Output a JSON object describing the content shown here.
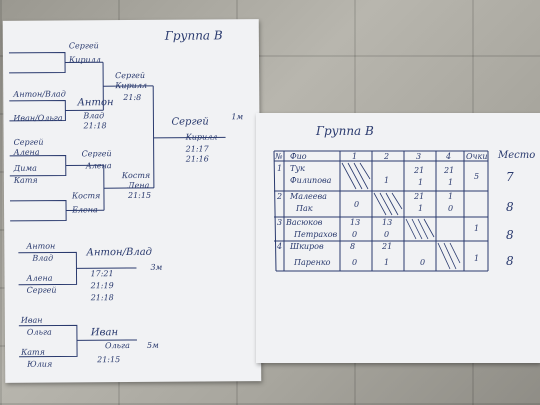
{
  "left_sheet": {
    "title": "Группа В",
    "bracket": {
      "r1_sergey": "Сергей",
      "r1_kirill": "Кирилл",
      "r1_anton_vlad": "Антон/Влад",
      "r1_ivan_olya": "Иван/Ольга",
      "r1_sergey2": "Сергей",
      "r1_alena": "Алена",
      "r1_dima": "Дима",
      "r1_katya": "Катя",
      "r1_kostya": "Костя",
      "r1_elena": "Елена",
      "r2_sergey_kirill_a": "Сергей",
      "r2_sergey_kirill_b": "Кирилл",
      "r2_score1": "21:8",
      "r2_anton": "Антон",
      "r2_vlad": "Влад",
      "r2_score2": "21:18",
      "r2_sergey_alena_a": "Сергей",
      "r2_sergey_alena_b": "Алена",
      "r2_kostya": "Костя",
      "r2_lena": "Лена",
      "r2_score3": "21:15",
      "final_sergey": "Сергей",
      "final_kirill": "Кирилл",
      "final_score1": "21:17",
      "final_score2": "21:16",
      "final_place": "1м",
      "third_anton": "Антон",
      "third_vlad": "Влад",
      "third_alena": "Алена",
      "third_sergey": "Сергей",
      "third_winner": "Антон/Влад",
      "third_place": "3м",
      "third_s1": "17:21",
      "third_s2": "21:19",
      "third_s3": "21:18",
      "fifth_ivan": "Иван",
      "fifth_olga": "Ольга",
      "fifth_katya": "Катя",
      "fifth_yulia": "Юлия",
      "fifth_winner_a": "Иван",
      "fifth_winner_b": "Ольга",
      "fifth_place": "5м",
      "fifth_score": "21:15"
    }
  },
  "right_sheet": {
    "title": "Группа В",
    "header": {
      "no": "№",
      "name": "Фио",
      "c1": "1",
      "c2": "2",
      "c3": "3",
      "c4": "4",
      "points": "Очки",
      "place": "Место"
    },
    "rows": [
      {
        "no": "1",
        "name_a": "Тук",
        "name_b": "Филипова",
        "s2": "1",
        "s3a": "21",
        "s3b": "1",
        "s4a": "21",
        "s4b": "1",
        "points": "5",
        "place": "7"
      },
      {
        "no": "2",
        "name_a": "Малеева",
        "name_b": "Пак",
        "s1": "0",
        "s3a": "21",
        "s3b": "1",
        "s4a": "1",
        "s4b": "0",
        "points": "",
        "place": "8"
      },
      {
        "no": "3",
        "name_a": "Васюков",
        "name_b": "Петрахов",
        "s1a": "13",
        "s1b": "0",
        "s2a": "13",
        "s2b": "0",
        "points": "1",
        "place": "8"
      },
      {
        "no": "4",
        "name_a": "Шкиров",
        "name_b": "Паренко",
        "s1a": "8",
        "s1b": "0",
        "s2a": "21",
        "s2b": "1",
        "s3": "0",
        "points": "1",
        "place": "8"
      }
    ]
  }
}
